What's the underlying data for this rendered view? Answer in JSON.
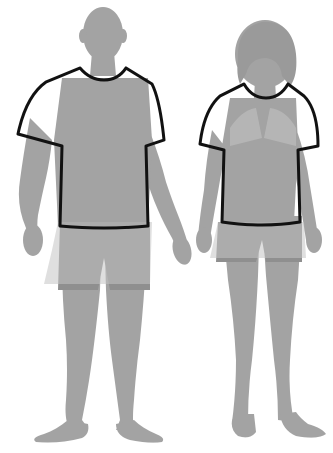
{
  "illustration": {
    "subject": "t-shirt-fit-guide",
    "figures": [
      {
        "id": "male",
        "garment": "t-shirt",
        "outline_color": "#111111"
      },
      {
        "id": "female",
        "garment": "t-shirt",
        "outline_color": "#111111"
      }
    ],
    "colors": {
      "background": "#ffffff",
      "body": "#a3a3a3",
      "body_shadow": "#999999",
      "garment_outline": "#111111",
      "underwear_overlay": "#c4c4c4"
    }
  }
}
